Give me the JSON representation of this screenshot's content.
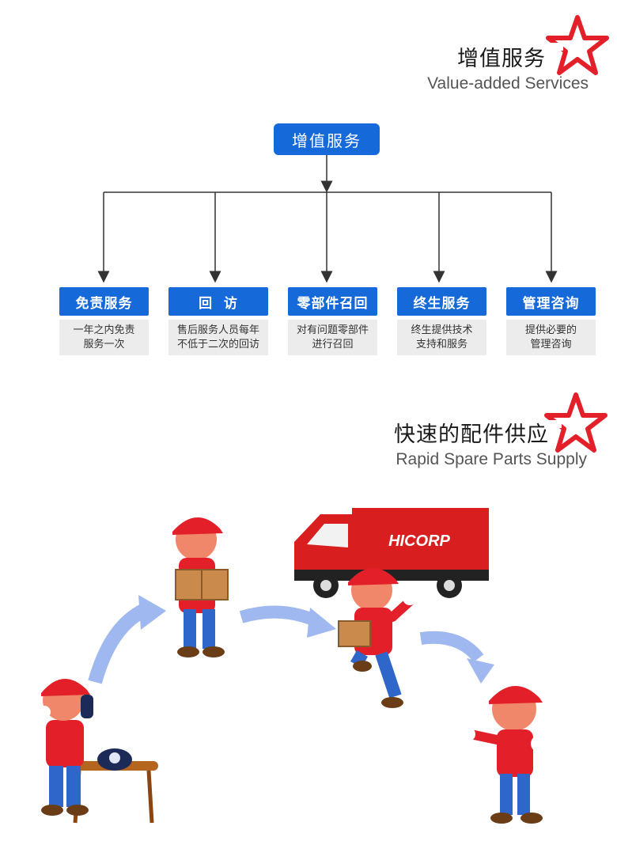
{
  "section1": {
    "title_cn": "增值服务",
    "title_en": "Value-added Services"
  },
  "tree": {
    "root": "增值服务",
    "items": [
      {
        "title": "免责服务",
        "desc1": "一年之内免责",
        "desc2": "服务一次"
      },
      {
        "title": "回  访",
        "desc1": "售后服务人员每年",
        "desc2": "不低于二次的回访"
      },
      {
        "title": "零部件召回",
        "desc1": "对有问题零部件",
        "desc2": "进行召回"
      },
      {
        "title": "终生服务",
        "desc1": "终生提供技术",
        "desc2": "支持和服务"
      },
      {
        "title": "管理咨询",
        "desc1": "提供必要的",
        "desc2": "管理咨询"
      }
    ]
  },
  "section2": {
    "title_cn": "快速的配件供应",
    "title_en": "Rapid Spare Parts Supply",
    "truck_brand": "HICORP"
  },
  "colors": {
    "accent_blue": "#1669d9",
    "star_red": "#e3202a",
    "truck_red": "#d81e1e",
    "arrow_blue": "#9fb8f0"
  },
  "icons": [
    "star-icon",
    "telephone-icon",
    "package-icon",
    "truck-icon",
    "curved-arrow-icon"
  ]
}
